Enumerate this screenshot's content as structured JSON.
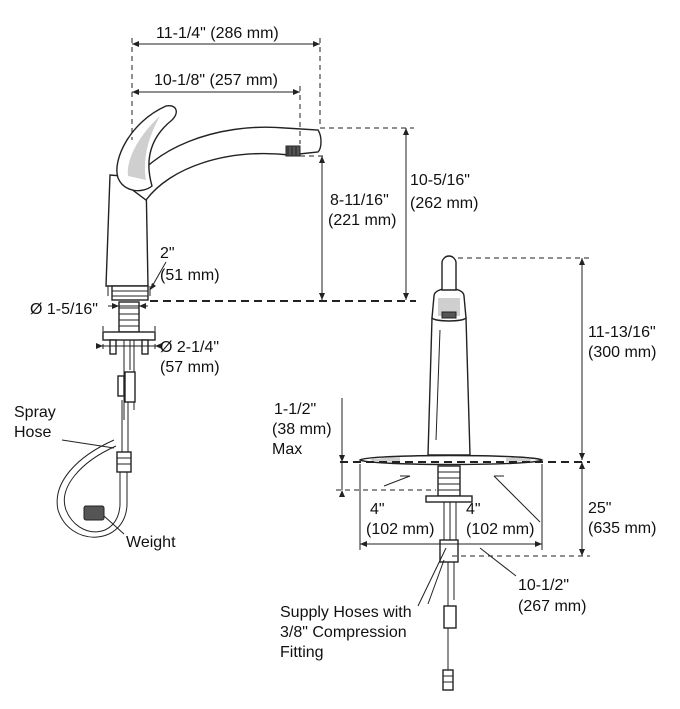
{
  "labels": {
    "width_overall": "11-1/4\" (286 mm)",
    "reach": "10-1/8\" (257 mm)",
    "height_spout_in": "8-11/16\"",
    "height_spout_mm": "(221 mm)",
    "height_total_side_in": "10-5/16\"",
    "height_total_side_mm": "(262 mm)",
    "base_dia_in": "2\"",
    "base_dia_mm": "(51 mm)",
    "hole_dia": "Ø 1-5/16\"",
    "mount_dia_in": "Ø 2-1/4\"",
    "mount_dia_mm": "(57 mm)",
    "spray_hose_1": "Spray",
    "spray_hose_2": "Hose",
    "weight": "Weight",
    "max_deck_in": "1-1/2\"",
    "max_deck_mm": "(38 mm)",
    "max_deck_max": "Max",
    "front_height_in": "11-13/16\"",
    "front_height_mm": "(300 mm)",
    "below_deck_in": "25\"",
    "below_deck_mm": "(635 mm)",
    "left_offset_in": "4\"",
    "left_offset_mm": "(102 mm)",
    "right_offset_in": "4\"",
    "right_offset_mm": "(102 mm)",
    "deck_width_in": "10-1/2\"",
    "deck_width_mm": "(267 mm)",
    "supply_1": "Supply Hoses with",
    "supply_2": "3/8\" Compression",
    "supply_3": "Fitting"
  }
}
